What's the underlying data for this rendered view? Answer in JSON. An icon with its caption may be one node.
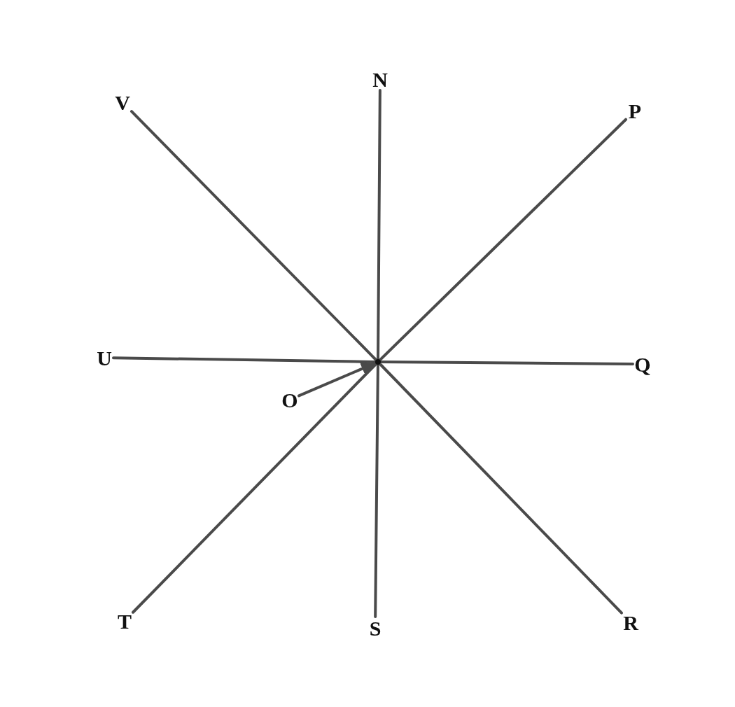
{
  "diagram": {
    "nodes": [
      {
        "text": [
          "N"
        ]
      },
      {
        "text": [
          "P"
        ]
      },
      {
        "text": [
          "Q"
        ]
      },
      {
        "text": [
          "R"
        ]
      },
      {
        "text": [
          "S"
        ]
      },
      {
        "text": [
          "T"
        ]
      },
      {
        "text": [
          "U"
        ]
      },
      {
        "text": [
          "V"
        ]
      },
      {
        "text": [
          "O"
        ]
      },
      {
        "text": [],
        "shape": "circle"
      }
    ],
    "edges": [
      {
        "from": 9,
        "to": 0,
        "arrow": "none"
      },
      {
        "from": 9,
        "to": 1,
        "arrow": "none"
      },
      {
        "from": 9,
        "to": 2,
        "arrow": "none"
      },
      {
        "from": 9,
        "to": 3,
        "arrow": "none"
      },
      {
        "from": 9,
        "to": 4,
        "arrow": "none"
      },
      {
        "from": 9,
        "to": 5,
        "arrow": "none"
      },
      {
        "from": 9,
        "to": 6,
        "arrow": "none"
      },
      {
        "from": 9,
        "to": 7,
        "arrow": "none"
      },
      {
        "from": 8,
        "to": 9,
        "arrow": "to"
      }
    ]
  }
}
